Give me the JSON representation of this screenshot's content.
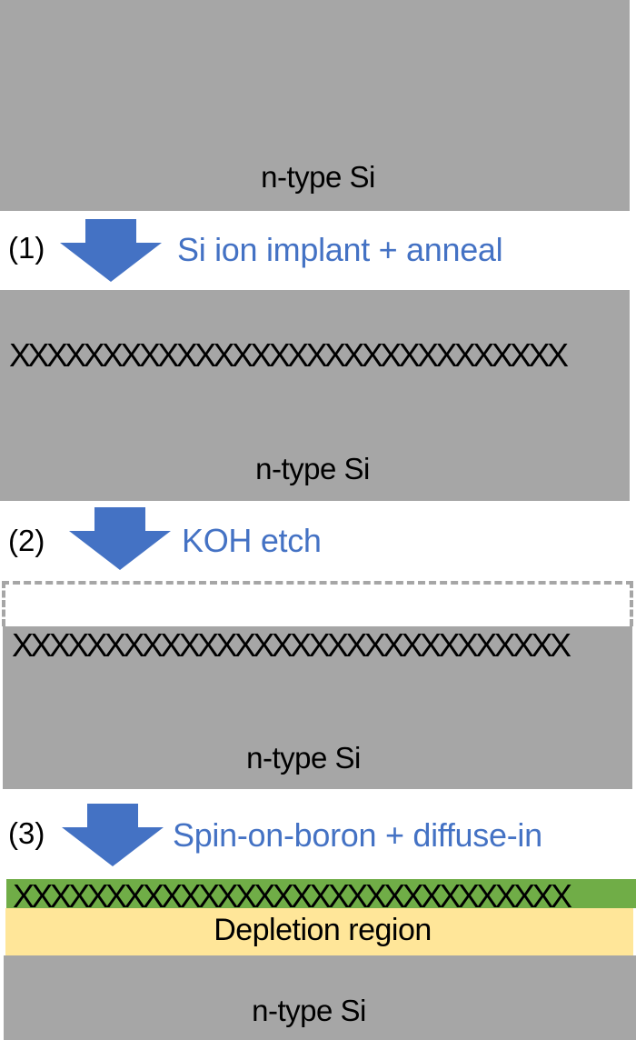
{
  "colors": {
    "silicon": "#a6a6a6",
    "arrow": "#4472c4",
    "step_text": "#4472c4",
    "boron_layer": "#70ad47",
    "depletion": "#ffe699",
    "etched_outline": "#a6a6a6"
  },
  "stage0": {
    "substrate_label": "n-type Si"
  },
  "steps": [
    {
      "number": "(1)",
      "description": "Si ion implant + anneal",
      "icon": "down-arrow-icon"
    },
    {
      "number": "(2)",
      "description": "KOH etch",
      "icon": "down-arrow-icon"
    },
    {
      "number": "(3)",
      "description": "Spin-on-boron + diffuse-in",
      "icon": "down-arrow-icon"
    }
  ],
  "stage1": {
    "damage_row": "XXXXXXXXXXXXXXXXXXXXXXXXXXXXXX",
    "substrate_label": "n-type Si"
  },
  "stage2": {
    "damage_row": "XXXXXXXXXXXXXXXXXXXXXXXXXXXXXX",
    "substrate_label": "n-type Si"
  },
  "stage3": {
    "damage_row": "XXXXXXXXXXXXXXXXXXXXXXXXXXXXXX",
    "depletion_label": "Depletion region",
    "substrate_label": "n-type Si"
  }
}
